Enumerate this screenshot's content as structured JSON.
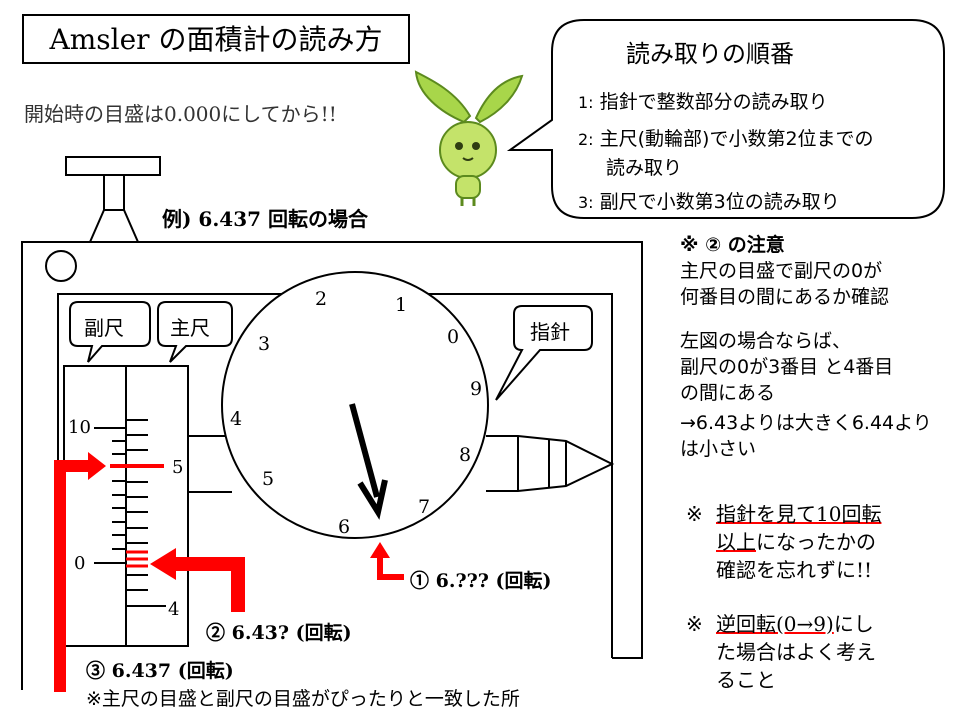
{
  "title": "Amsler の面積計の読み方",
  "intro": "開始時の目盛は0.000にしてから!!",
  "example": "例) 6.437 回転の場合",
  "bubble": {
    "title": "読み取りの順番",
    "steps": [
      {
        "num": "1:",
        "text": "指針で整数部分の読み取り"
      },
      {
        "num": "2:",
        "text": "主尺(動輪部)で小数第2位までの",
        "text2": "読み取り"
      },
      {
        "num": "3:",
        "text": "副尺で小数第3位の読み取り"
      }
    ]
  },
  "note2": {
    "heading": "※ ② の注意",
    "lines": [
      "主尺の目盛で副尺の0が",
      "何番目の間にあるか確認"
    ],
    "lines2": [
      "左図の場合ならば、",
      "副尺の0が3番目 と4番目",
      "の間にある"
    ],
    "lines3": [
      "→6.43よりは大きく6.44より",
      "は小さい"
    ]
  },
  "tip1": {
    "mark": "※",
    "lines": [
      "指針を見て10回転",
      "以上になったかの",
      "確認を忘れずに!!"
    ]
  },
  "tip2": {
    "mark": "※",
    "lines": [
      "逆回転(0→9)にし",
      "た場合はよく考え",
      "ること"
    ]
  },
  "labels": {
    "vernier": "副尺",
    "main_scale": "主尺",
    "pointer": "指針"
  },
  "dial": {
    "numbers": [
      "0",
      "1",
      "2",
      "3",
      "4",
      "5",
      "6",
      "7",
      "8",
      "9"
    ]
  },
  "vernier_scale": {
    "label_10": "10",
    "label_5": "5",
    "label_0": "0",
    "label_4": "4"
  },
  "callouts": {
    "c1": "① 6.??? (回転)",
    "c2": "② 6.43? (回転)",
    "c3": "③ 6.437 (回転)",
    "c3_note": "※主尺の目盛と副尺の目盛がぴったりと一致した所"
  },
  "colors": {
    "accent": "#ff0000",
    "leaf": "#a8d64a"
  }
}
